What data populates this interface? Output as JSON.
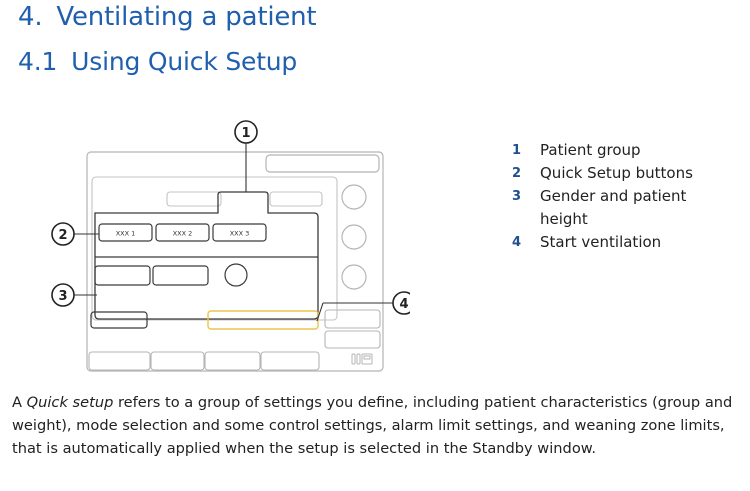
{
  "heading": {
    "chapter_number": "4.",
    "chapter_title": "Ventilating a patient",
    "section_number": "4.1",
    "section_title": "Using Quick Setup"
  },
  "figure": {
    "callouts": [
      "1",
      "2",
      "3",
      "4"
    ],
    "buttons": [
      "XXX 1",
      "XXX 2",
      "XXX 3"
    ],
    "colors": {
      "frame": "#b5b5b5",
      "dark_box": "#3a3a3a",
      "highlight": "#e8c64a",
      "callout_line": "#333333"
    }
  },
  "legend": [
    {
      "number": "1",
      "text": "Patient group"
    },
    {
      "number": "2",
      "text": "Quick Setup buttons"
    },
    {
      "number": "3",
      "text": "Gender and patient height"
    },
    {
      "number": "4",
      "text": "Start ventilation"
    }
  ],
  "paragraph": {
    "before": "A ",
    "emphasis": "Quick setup",
    "after": " refers to a group of settings you define, including patient characteristics (group and weight), mode selection and some control settings, alarm limit settings, and weaning zone limits, that is automatically applied when the setup is selected in the Standby window."
  }
}
